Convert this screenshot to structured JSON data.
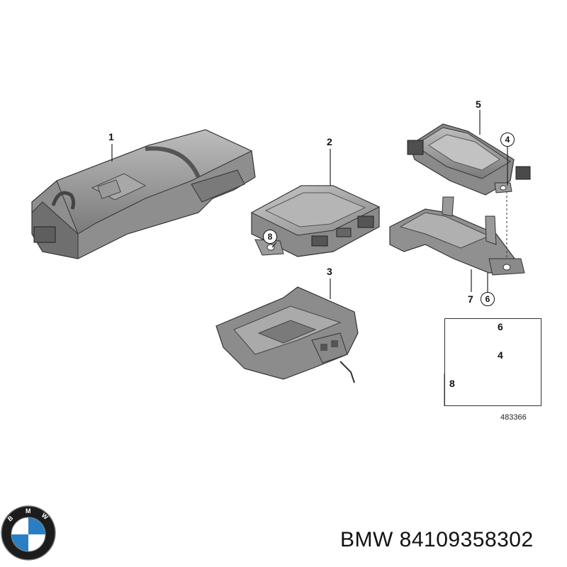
{
  "callouts": {
    "part1": "1",
    "part2": "2",
    "part3": "3",
    "part5": "5",
    "part7": "7",
    "circ4": "4",
    "circ6": "6",
    "circ8": "8"
  },
  "legend": {
    "row1_num": "6",
    "row2_num": "4",
    "row3_num": "8"
  },
  "diagram_id": "483366",
  "brand": {
    "logo_letters": "BMW",
    "caption": "BMW 84109358302"
  },
  "colors": {
    "part_fill": "#9a9a9a",
    "part_dark": "#6e6e6e",
    "part_light": "#bdbdbd",
    "line": "#2a2a2a",
    "logo_blue": "#2a7fc4"
  }
}
